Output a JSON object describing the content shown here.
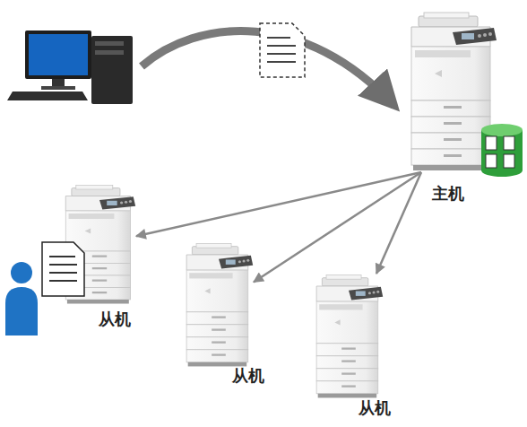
{
  "diagram": {
    "nodes": [
      {
        "text": [
          "主机"
        ]
      },
      {
        "text": [
          "从机"
        ]
      },
      {
        "text": [
          "从机"
        ]
      },
      {
        "text": [
          "从机"
        ]
      }
    ],
    "edges": [
      {
        "from": 0,
        "to": 1,
        "arrow": "to"
      },
      {
        "from": 0,
        "to": 2,
        "arrow": "to"
      },
      {
        "from": 0,
        "to": 3,
        "arrow": "to"
      }
    ]
  }
}
